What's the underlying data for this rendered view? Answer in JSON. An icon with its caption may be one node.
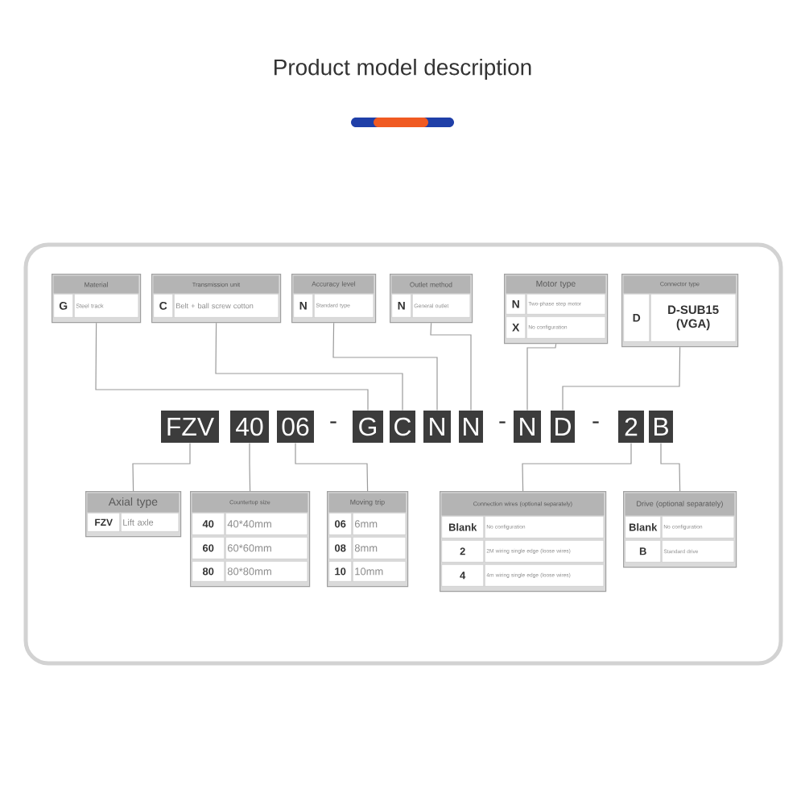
{
  "diagram": {
    "title": "Product model description",
    "nodes": [
      {
        "text": [
          "Material",
          "G",
          "Steel track"
        ]
      },
      {
        "text": [
          "Transmission unit",
          "C",
          "Belt + ball screw cotton"
        ]
      },
      {
        "text": [
          "Accuracy level",
          "N",
          "Standard type"
        ]
      },
      {
        "text": [
          "Outlet method",
          "N",
          "General outlet"
        ]
      },
      {
        "text": [
          "Motor type",
          "N",
          "Two-phase step motor",
          "X",
          "No configuration"
        ]
      },
      {
        "text": [
          "Connector type",
          "D",
          "D-SUB15 (VGA)"
        ]
      },
      {
        "text": [
          "FZV"
        ]
      },
      {
        "text": [
          "40"
        ]
      },
      {
        "text": [
          "06"
        ]
      },
      {
        "text": [
          "G"
        ]
      },
      {
        "text": [
          "C"
        ]
      },
      {
        "text": [
          "N"
        ]
      },
      {
        "text": [
          "N"
        ]
      },
      {
        "text": [
          "N"
        ]
      },
      {
        "text": [
          "D"
        ]
      },
      {
        "text": [
          "2"
        ]
      },
      {
        "text": [
          "B"
        ]
      },
      {
        "text": [
          "Axial type",
          "FZV",
          "Lift axle"
        ]
      },
      {
        "text": [
          "Countertop size",
          "40",
          "40*40mm",
          "60",
          "60*60mm",
          "80",
          "80*80mm"
        ]
      },
      {
        "text": [
          "Moving trip",
          "06",
          "6mm",
          "08",
          "8mm",
          "10",
          "10mm"
        ]
      },
      {
        "text": [
          "Connection wires (optional separately)",
          "Blank",
          "No configuration",
          "2",
          "2M wiring single edge (loose wires)",
          "4",
          "4m wiring single edge (loose wires)"
        ]
      },
      {
        "text": [
          "Drive (optional separately)",
          "Blank",
          "No configuration",
          "B",
          "Standard drive"
        ]
      }
    ],
    "edges": [
      {
        "from": 0,
        "to": 9,
        "arrow": "none"
      },
      {
        "from": 1,
        "to": 10,
        "arrow": "none"
      },
      {
        "from": 2,
        "to": 11,
        "arrow": "none"
      },
      {
        "from": 3,
        "to": 12,
        "arrow": "none"
      },
      {
        "from": 4,
        "to": 13,
        "arrow": "none"
      },
      {
        "from": 5,
        "to": 14,
        "arrow": "none"
      },
      {
        "from": 17,
        "to": 6,
        "arrow": "none"
      },
      {
        "from": 18,
        "to": 7,
        "arrow": "none"
      },
      {
        "from": 19,
        "to": 8,
        "arrow": "none"
      },
      {
        "from": 20,
        "to": 15,
        "arrow": "none"
      },
      {
        "from": 21,
        "to": 16,
        "arrow": "none"
      }
    ],
    "labels": [
      "-",
      "-",
      "-"
    ]
  }
}
